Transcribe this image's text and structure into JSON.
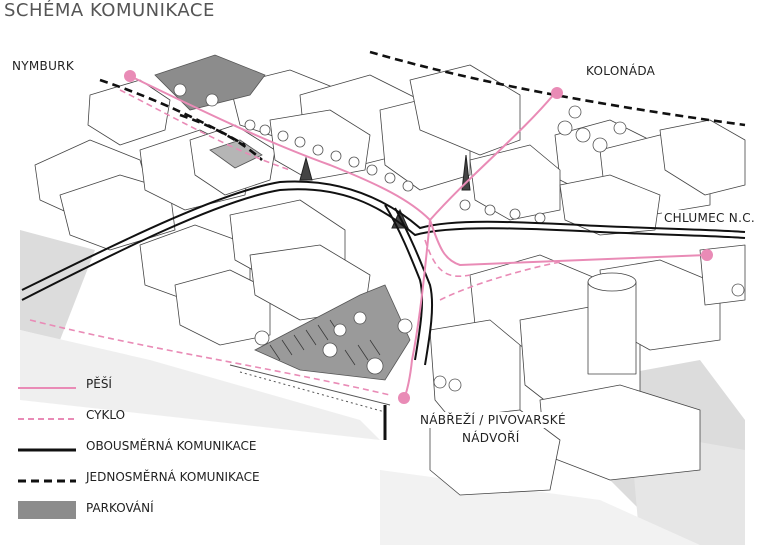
{
  "title": "SCHÉMA KOMUNIKACE",
  "places": {
    "nymburk": "NYMBURK",
    "kolonada": "KOLONÁDA",
    "chlumec": "CHLUMEC N.C.",
    "nabrezi_line1": "NÁBŘEŽÍ / PIVOVARSKÉ",
    "nabrezi_line2": "NÁDVOŘÍ"
  },
  "legend": [
    {
      "text": "PĚŠÍ",
      "style": "solid-pink"
    },
    {
      "text": "CYKLO",
      "style": "dashed-pink"
    },
    {
      "text": "OBOUSMĚRNÁ KOMUNIKACE",
      "style": "solid-black"
    },
    {
      "text": "JEDNOSMĚRNÁ KOMUNIKACE",
      "style": "dashed-black"
    },
    {
      "text": "PARKOVÁNÍ",
      "style": "grey-fill"
    }
  ],
  "colors": {
    "pedestrian": "#e98bb6",
    "cycle": "#e98bb6",
    "road": "#111111",
    "parking": "#8c8c8c",
    "building": "#ffffff",
    "shadow": "#d9d9d9"
  }
}
